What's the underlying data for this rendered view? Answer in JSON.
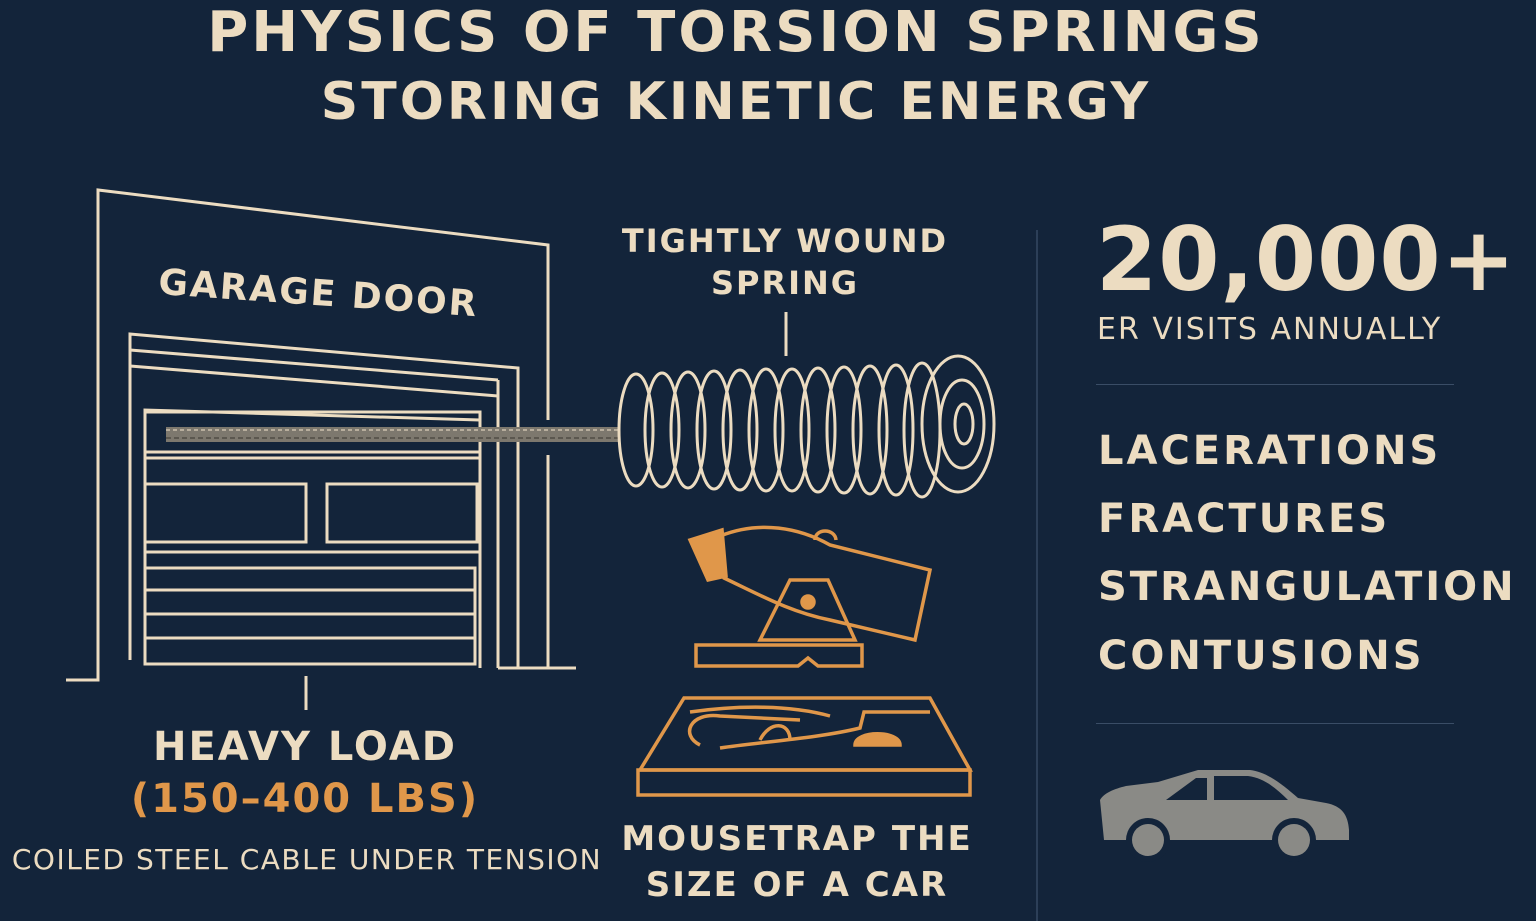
{
  "title": {
    "line1": "PHYSICS OF TORSION SPRINGS",
    "line2": "STORING KINETIC ENERGY"
  },
  "garage": {
    "label": "GARAGE DOOR",
    "load_title": "HEAVY LOAD",
    "load_weight": "(150–400 LBS)",
    "cable_note": "COILED STEEL CABLE UNDER TENSION"
  },
  "spring": {
    "label": "TIGHTLY WOUND SPRING"
  },
  "analogy": {
    "label": "MOUSETRAP THE SIZE OF A CAR"
  },
  "stats": {
    "number": "20,000+",
    "caption": "ER VISITS ANNUALLY"
  },
  "injuries": [
    "LACERATIONS",
    "FRACTURES",
    "STRANGULATION",
    "CONTUSIONS"
  ],
  "icons": [
    "garage-door-icon",
    "cable-icon",
    "spring-icon",
    "catapult-icon",
    "mousetrap-icon",
    "car-icon"
  ],
  "colors": {
    "background": "#13243a",
    "cream": "#ecdcc1",
    "accent": "#e0974a",
    "car": "#8a8a86"
  }
}
